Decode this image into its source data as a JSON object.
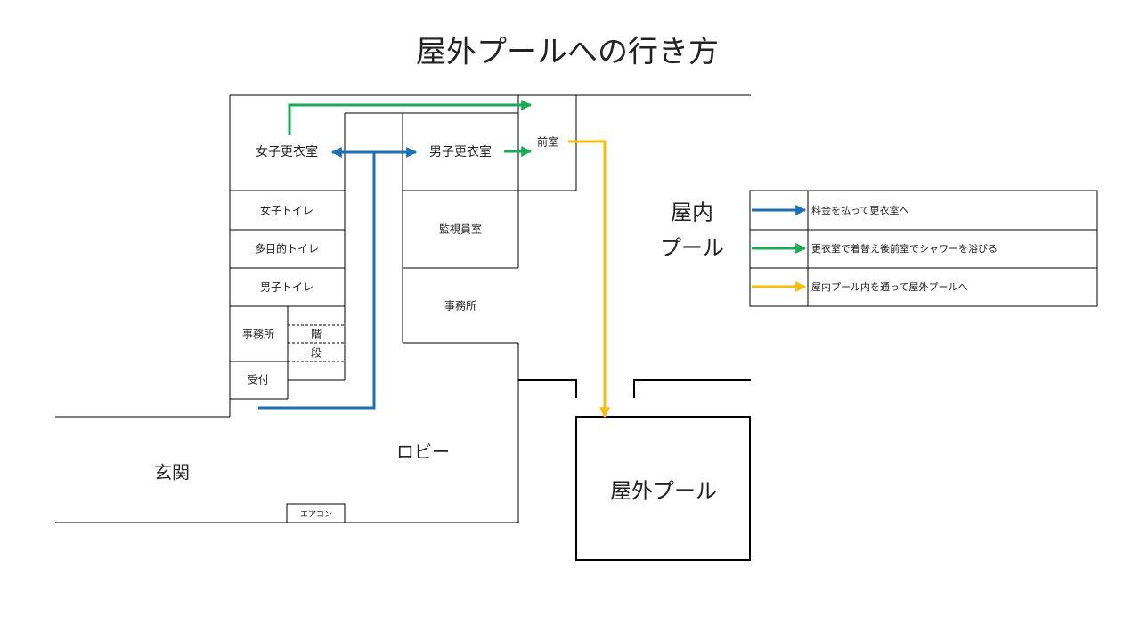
{
  "title": "屋外プールへの行き方",
  "rooms": {
    "womens_locker": "女子更衣室",
    "mens_locker": "男子更衣室",
    "anteroom": "前室",
    "womens_toilet": "女子トイレ",
    "multipurpose_toilet": "多目的トイレ",
    "mens_toilet": "男子トイレ",
    "office_small": "事務所",
    "stairs_top": "階",
    "stairs_bottom": "段",
    "reception": "受付",
    "monitor_room": "監視員室",
    "office": "事務所",
    "entrance": "玄関",
    "lobby": "ロビー",
    "aircon": "エアコン",
    "indoor_pool_line1": "屋内",
    "indoor_pool_line2": "プール",
    "outdoor_pool": "屋外プール"
  },
  "legend": [
    {
      "label": "料金を払って更衣室へ",
      "color": "#1f6fb5"
    },
    {
      "label": "更衣室で着替え後前室でシャワーを浴びる",
      "color": "#1aaa55"
    },
    {
      "label": "屋内プール内を通って屋外プールへ",
      "color": "#f5be0b"
    }
  ],
  "route_colors": {
    "pay_to_locker": "#1f6fb5",
    "change_and_shower": "#1aaa55",
    "to_outdoor": "#f5be0b"
  }
}
